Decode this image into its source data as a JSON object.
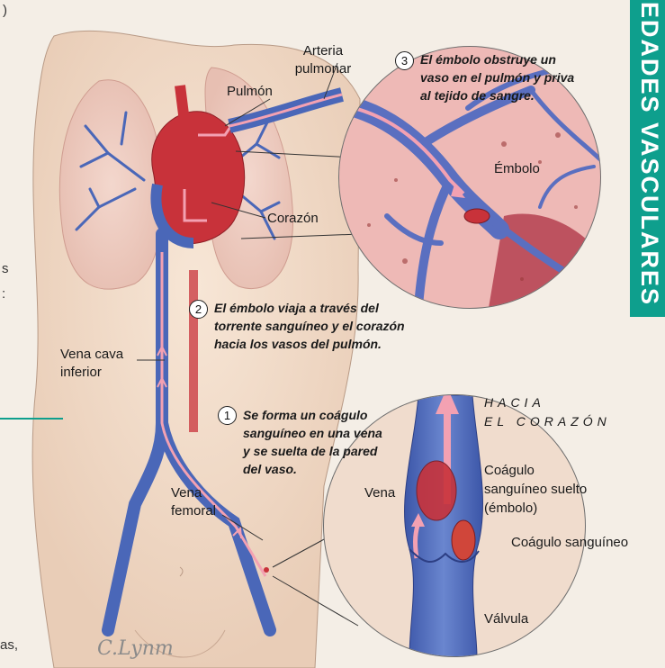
{
  "labels": {
    "pulmon": "Pulmón",
    "arteria": "Arteria",
    "pulmonar": "pulmonar",
    "corazon": "Corazón",
    "embolo": "Émbolo",
    "vena_cava_1": "Vena cava",
    "vena_cava_2": "inferior",
    "vena_femoral_1": "Vena",
    "vena_femoral_2": "femoral",
    "vena": "Vena",
    "coagulo_suelto_1": "Coágulo",
    "coagulo_suelto_2": "sanguíneo suelto",
    "coagulo_suelto_3": "(émbolo)",
    "coagulo": "Coágulo sanguíneo",
    "valvula": "Válvula",
    "hacia_1": "HACIA",
    "hacia_2": "EL CORAZÓN"
  },
  "steps": [
    {
      "num": "1",
      "lines": [
        "Se forma un coágulo",
        "sanguíneo en una vena",
        "y se suelta de la pared",
        "del vaso."
      ]
    },
    {
      "num": "2",
      "lines": [
        "El émbolo viaja a través del",
        "torrente sanguíneo y el corazón",
        "hacia los vasos del pulmón."
      ]
    },
    {
      "num": "3",
      "lines": [
        "El émbolo obstruye un",
        "vaso en el pulmón y priva",
        "al tejido de sangre."
      ]
    }
  ],
  "sidebar": {
    "text": "EDADES VASCULARES"
  },
  "page_fragments": {
    "top": ")",
    "mid_1": "s",
    "mid_2": ":",
    "bottom": "as,"
  },
  "signature": "C.Lynm",
  "colors": {
    "accent_teal": "#0e9f8d",
    "vein_blue": "#4a67b8",
    "artery_red": "#c8323a",
    "blood_flow_pink": "#f3a1b2",
    "skin": "#f1dccb"
  }
}
